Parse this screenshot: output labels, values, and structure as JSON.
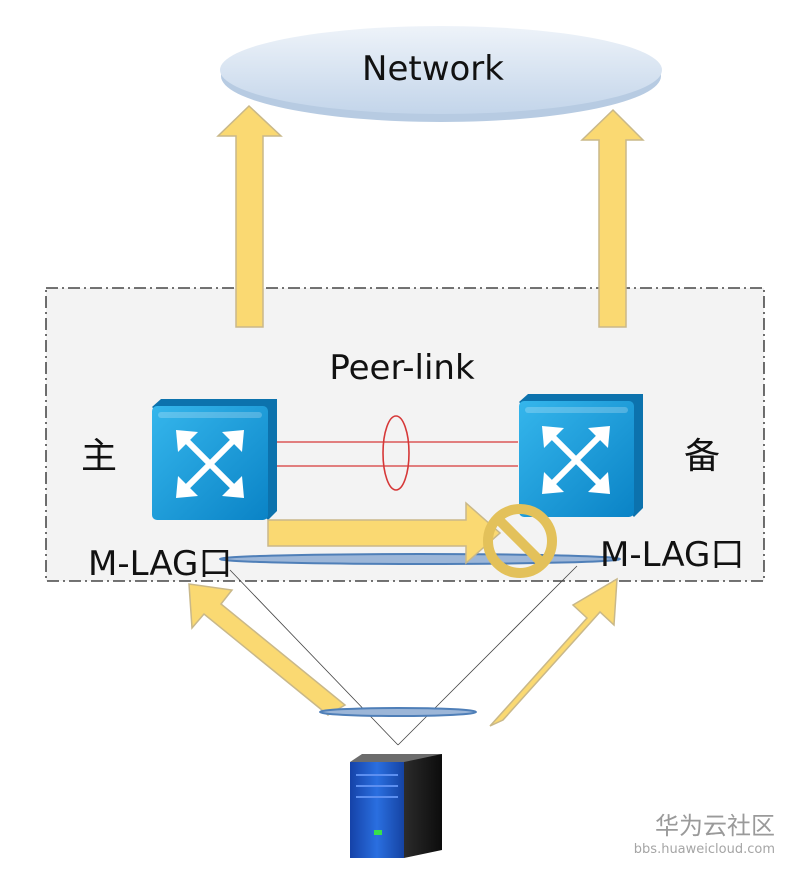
{
  "network_label": "Network",
  "peer_link_label": "Peer-link",
  "primary_label": "主",
  "backup_label": "备",
  "mlag_left_label": "M-LAG口",
  "mlag_right_label": "M-LAG口",
  "watermark": {
    "title": "华为云社区",
    "url": "bbs.huaweicloud.com"
  },
  "colors": {
    "arrow_fill": "#fad972",
    "arrow_stroke": "#c9b889",
    "peer_link_red": "#d63838",
    "lag_blue": "#4f7fb8",
    "cloud_fill": "#d4e2f0",
    "switch_blue": "#1aa0de",
    "server_blue": "#1d56c8"
  }
}
